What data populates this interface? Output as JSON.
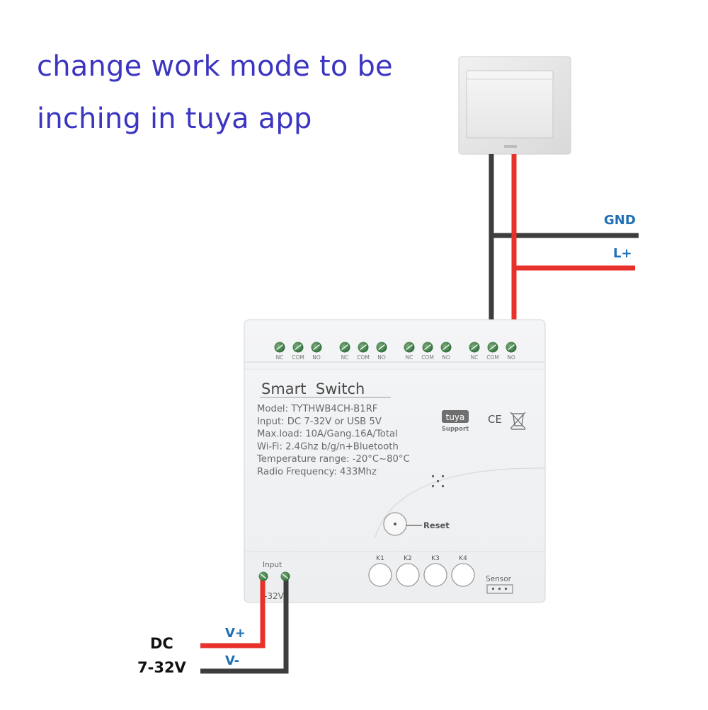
{
  "headline": {
    "line1": "change work mode to be",
    "line2": "inching in tuya app",
    "color": "#3b35c2"
  },
  "wires": {
    "gnd_label": "GND",
    "lplus_label": "L+",
    "vplus_label": "V+",
    "vminus_label": "V-",
    "label_color": "#1e6fb5",
    "red_color": "#e8312a",
    "black_color": "#3d3d3d"
  },
  "dc_input": {
    "line1": "DC",
    "line2": "7-32V"
  },
  "module": {
    "title": "Smart  Switch",
    "specs": [
      "Model:  TYTHWB4CH-B1RF",
      "Input:  DC 7-32V or USB 5V",
      "Max.load:  10A/Gang.16A/Total",
      "Wi-Fi:  2.4Ghz b/g/n+Bluetooth",
      "Temperature range: -20°C~80°C",
      "Radio Frequency:  433Mhz"
    ],
    "relay_groups": [
      {
        "terminals": [
          "NC",
          "COM",
          "NO"
        ]
      },
      {
        "terminals": [
          "NC",
          "COM",
          "NO"
        ]
      },
      {
        "terminals": [
          "NC",
          "COM",
          "NO"
        ]
      },
      {
        "terminals": [
          "NC",
          "COM",
          "NO"
        ]
      }
    ],
    "tuya_logo_text": "tuya",
    "tuya_support_text": "Support",
    "ce_mark": "CE",
    "reset_label": "Reset",
    "keys": [
      "K1",
      "K2",
      "K3",
      "K4"
    ],
    "sensor_label": "Sensor",
    "input_label": "Input",
    "input_voltage_fragment": "-32V"
  }
}
